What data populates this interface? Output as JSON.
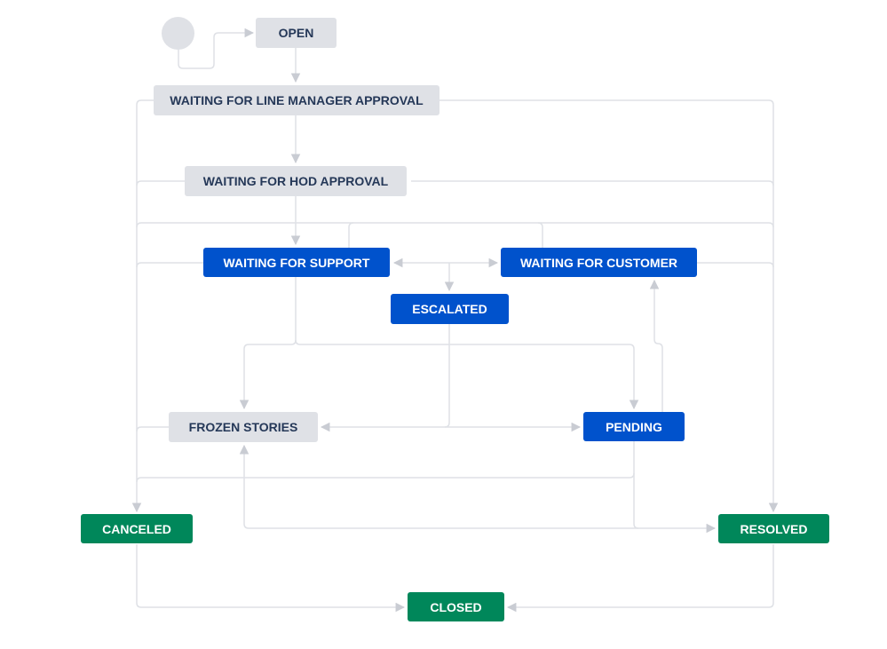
{
  "workflow": {
    "statuses": {
      "open": "OPEN",
      "waiting_line_manager": "WAITING FOR LINE MANAGER APPROVAL",
      "waiting_hod": "WAITING FOR HOD APPROVAL",
      "waiting_support": "WAITING FOR SUPPORT",
      "waiting_customer": "WAITING FOR CUSTOMER",
      "escalated": "ESCALATED",
      "frozen_stories": "FROZEN STORIES",
      "pending": "PENDING",
      "canceled": "CANCELED",
      "resolved": "RESOLVED",
      "closed": "CLOSED"
    },
    "categories": {
      "todo": [
        "open",
        "waiting_line_manager",
        "waiting_hod",
        "frozen_stories"
      ],
      "in_progress": [
        "waiting_support",
        "waiting_customer",
        "escalated",
        "pending"
      ],
      "done": [
        "canceled",
        "resolved",
        "closed"
      ]
    },
    "colors": {
      "todo_bg": "#dfe1e6",
      "todo_text": "#253858",
      "in_progress_bg": "#0052cc",
      "done_bg": "#00875a",
      "connector": "#dfe1e6"
    }
  }
}
